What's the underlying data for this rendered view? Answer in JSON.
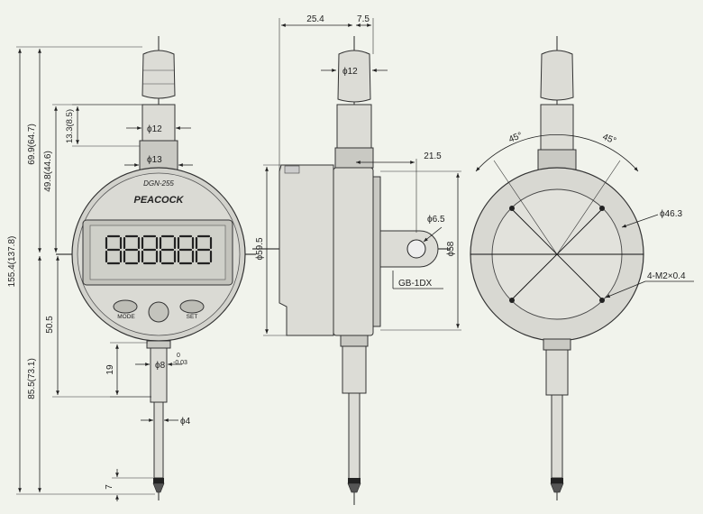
{
  "front_view": {
    "dial_model": "DGN-255",
    "brand": "PEACOCK",
    "display_digits": "888888",
    "mode_button": "MODE",
    "set_button": "SET",
    "dims": {
      "total_length": "155.4(137.8)",
      "upper_length": "69.9(64.7)",
      "upper_mid": "49.8(44.6)",
      "upper_short": "13.3(8.5)",
      "stem_dia": "12",
      "cap_dia": "13",
      "lower_length": "85.5(73.1)",
      "lower_mid": "50.5",
      "spindle_len": "19",
      "spindle_dia": "8",
      "spindle_tol_upper": "0",
      "spindle_tol_lower": "-0.03",
      "tip_dia": "4",
      "tip_len": "7"
    }
  },
  "side_view": {
    "dims": {
      "depth_back": "25.4",
      "depth_front": "7.5",
      "stem_dia": "12",
      "lug_offset": "21.5",
      "lug_hole_dia": "6.5",
      "body_height": "59.5",
      "dial_dia": "58",
      "lug_label": "GB-1DX"
    }
  },
  "back_view": {
    "dims": {
      "angle_left": "45°",
      "angle_right": "45°",
      "bolt_circle": "46.3",
      "screw_spec": "4-M2×0.4"
    }
  },
  "symbols": {
    "diameter": "ϕ"
  }
}
